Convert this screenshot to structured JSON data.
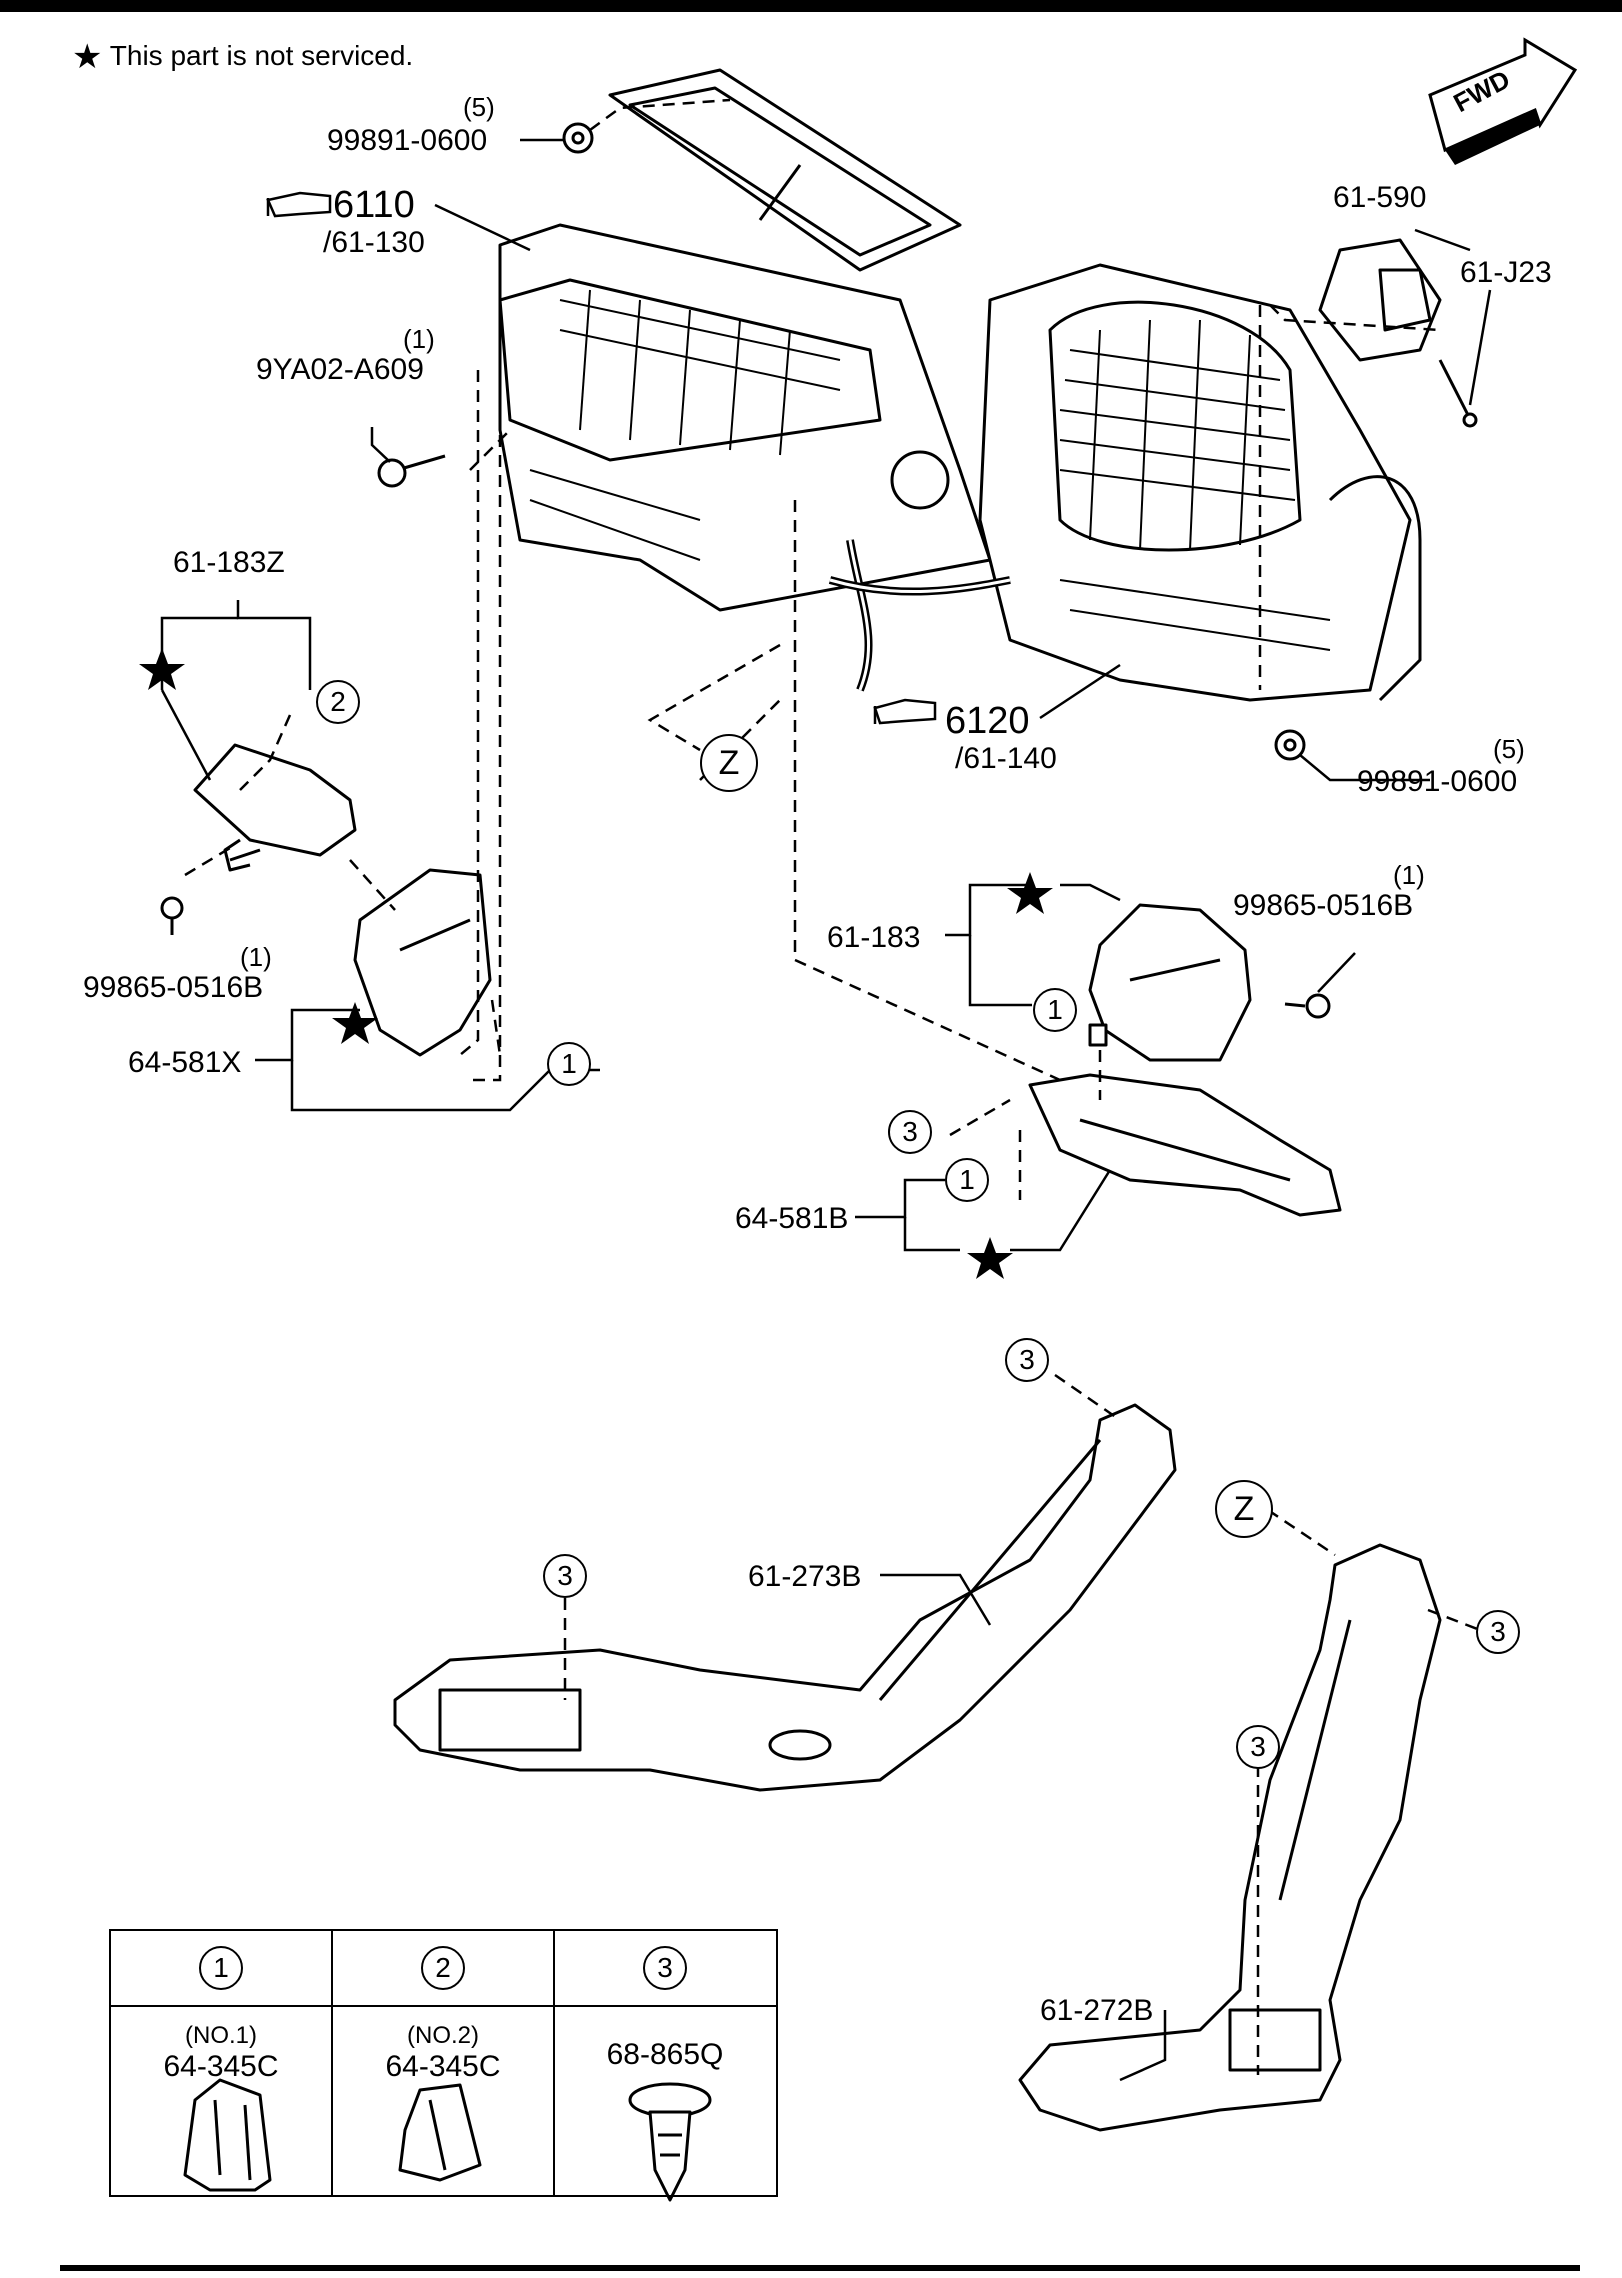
{
  "note": {
    "star_symbol": "★",
    "text": "This part is not serviced."
  },
  "forward": {
    "text": "FWD"
  },
  "callouts": {
    "main_6110": {
      "ref": "6110",
      "sub": "/61-130"
    },
    "main_6120": {
      "ref": "6120",
      "sub": "/61-140"
    },
    "c_99891_top": {
      "qty": "(5)",
      "pn": "99891-0600"
    },
    "c_99891_bot": {
      "qty": "(5)",
      "pn": "99891-0600"
    },
    "c_9YA02": {
      "qty": "(1)",
      "pn": "9YA02-A609"
    },
    "c_61_590": {
      "pn": "61-590"
    },
    "c_61_J23": {
      "pn": "61-J23"
    },
    "c_61_183Z": {
      "pn": "61-183Z"
    },
    "c_99865_left": {
      "qty": "(1)",
      "pn": "99865-0516B"
    },
    "c_99865_right": {
      "qty": "(1)",
      "pn": "99865-0516B"
    },
    "c_64_581X": {
      "pn": "64-581X"
    },
    "c_61_183": {
      "pn": "61-183"
    },
    "c_64_581B": {
      "pn": "64-581B"
    },
    "c_61_273B": {
      "pn": "61-273B"
    },
    "c_61_272B": {
      "pn": "61-272B"
    },
    "ref_Z": "Z"
  },
  "markers": {
    "one": "1",
    "two": "2",
    "three": "3"
  },
  "legend": [
    {
      "num": "1",
      "sub": "(NO.1)",
      "pn": "64-345C"
    },
    {
      "num": "2",
      "sub": "(NO.2)",
      "pn": "64-345C"
    },
    {
      "num": "3",
      "sub": "",
      "pn": "68-865Q"
    }
  ]
}
